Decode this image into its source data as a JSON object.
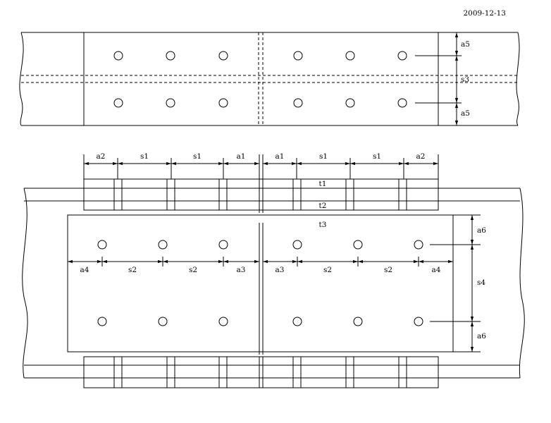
{
  "date": "2009-12-13",
  "top_view": {
    "dim_labels": {
      "a5_top": "a5",
      "s3": "s3",
      "a5_bottom": "a5"
    }
  },
  "bottom_view": {
    "top_dims": [
      "a2",
      "s1",
      "s1",
      "a1",
      "a1",
      "s1",
      "s1",
      "a2"
    ],
    "mid_dims": [
      "a4",
      "s2",
      "s2",
      "a3",
      "a3",
      "s2",
      "s2",
      "a4"
    ],
    "plate_labels": {
      "t1": "t1",
      "t2": "t2",
      "t3": "t3"
    },
    "right_dims": {
      "a6_top": "a6",
      "s4": "s4",
      "a6_bottom": "a6"
    }
  }
}
